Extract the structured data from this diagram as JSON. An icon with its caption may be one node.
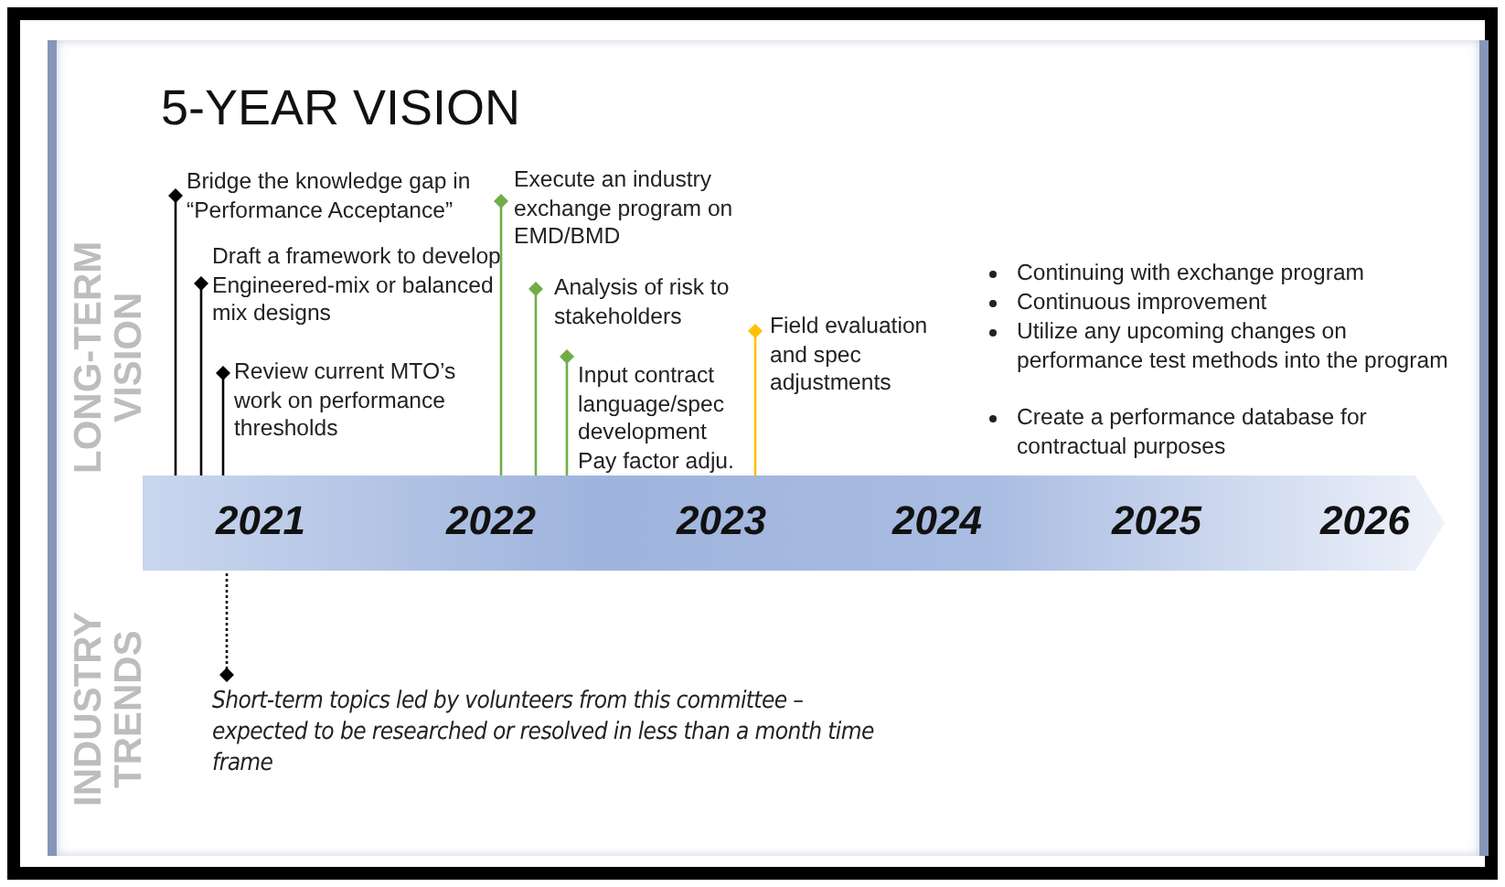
{
  "diagram": {
    "title": "5-YEAR VISION",
    "nodes": [
      {
        "text": [
          "2021",
          "2022",
          "2023",
          "2024",
          "2025",
          "2026"
        ]
      },
      {
        "text": [
          "Bridge the knowledge gap in “Performance Acceptance”"
        ]
      },
      {
        "text": [
          "Draft a framework to develop Engineered-mix or balanced mix designs"
        ]
      },
      {
        "text": [
          "Review current MTO’s work on performance thresholds"
        ]
      },
      {
        "text": [
          "Execute an industry exchange program on EMD/BMD"
        ]
      },
      {
        "text": [
          "Analysis of risk to stakeholders"
        ]
      },
      {
        "text": [
          "Input contract language/spec development Pay factor adju."
        ]
      },
      {
        "text": [
          "Field evaluation and spec adjustments"
        ]
      },
      {
        "text": [
          "Short-term topics led by volunteers from this committee – expected to be researched or resolved in less than a month time frame"
        ]
      }
    ],
    "edges": [
      {
        "from": 1,
        "to": 0,
        "arrow": "other"
      },
      {
        "from": 2,
        "to": 0,
        "arrow": "other"
      },
      {
        "from": 3,
        "to": 0,
        "arrow": "other"
      },
      {
        "from": 4,
        "to": 0,
        "arrow": "other",
        "color": "#70ad47"
      },
      {
        "from": 5,
        "to": 0,
        "arrow": "other",
        "color": "#70ad47"
      },
      {
        "from": 6,
        "to": 0,
        "arrow": "other",
        "color": "#70ad47"
      },
      {
        "from": 7,
        "to": 0,
        "arrow": "other",
        "color": "#ffc000"
      },
      {
        "from": 8,
        "to": 0,
        "arrow": "other",
        "style": "dashed"
      }
    ],
    "labels": [
      "LONG-TERM VISION",
      "INDUSTRY TRENDS",
      "Continuing with exchange program",
      "Continuous improvement",
      "Utilize any upcoming changes on performance test methods into the program",
      "Create a performance database for contractual purposes"
    ]
  }
}
